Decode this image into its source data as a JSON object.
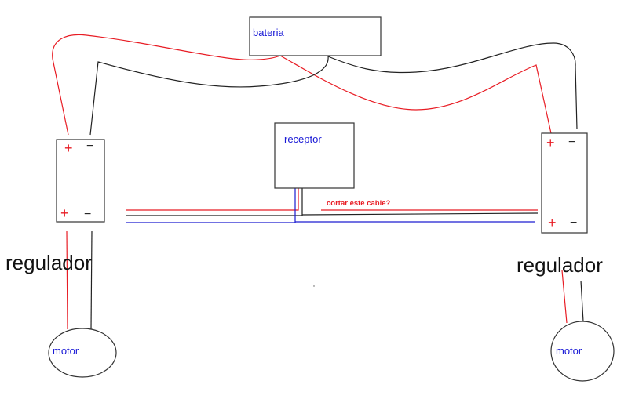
{
  "labels": {
    "battery": "bateria",
    "receiver": "receptor",
    "regulator_left": "regulador",
    "regulator_right": "regulador",
    "motor_left": "motor",
    "motor_right": "motor",
    "question": "cortar este cable?",
    "plus": "+",
    "minus": "−"
  },
  "colors": {
    "positive": "#e81c24",
    "negative": "#222222",
    "signal": "#1c1cd0",
    "label": "#1a1ad6"
  }
}
